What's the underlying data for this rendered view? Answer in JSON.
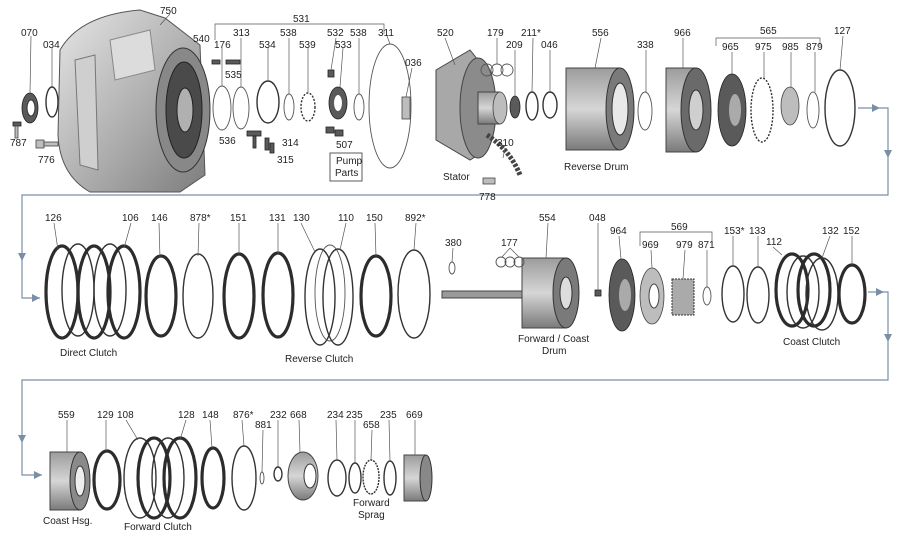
{
  "row1": {
    "callouts": [
      "070",
      "034",
      "787",
      "776",
      "750",
      "531",
      "540",
      "176",
      "313",
      "535",
      "534",
      "538",
      "539",
      "532",
      "533",
      "538",
      "536",
      "314",
      "315",
      "507",
      "311",
      "036",
      "520",
      "179",
      "209",
      "211*",
      "046",
      "310",
      "778",
      "556",
      "338",
      "966",
      "565",
      "965",
      "975",
      "985",
      "879",
      "127"
    ],
    "captions": {
      "pump_parts_1": "Pump",
      "pump_parts_2": "Parts",
      "stator": "Stator",
      "reverse_drum": "Reverse Drum"
    }
  },
  "row2": {
    "callouts": [
      "126",
      "106",
      "146",
      "878*",
      "151",
      "131",
      "130",
      "110",
      "150",
      "892*",
      "380",
      "177",
      "554",
      "048",
      "964",
      "569",
      "969",
      "979",
      "871",
      "153*",
      "133",
      "112",
      "132",
      "152"
    ],
    "captions": {
      "direct_clutch": "Direct Clutch",
      "reverse_clutch": "Reverse Clutch",
      "forward_coast_drum_1": "Forward / Coast",
      "forward_coast_drum_2": "Drum",
      "coast_clutch": "Coast Clutch"
    }
  },
  "row3": {
    "callouts": [
      "559",
      "129",
      "108",
      "128",
      "148",
      "876*",
      "881",
      "232",
      "668",
      "234",
      "235",
      "658",
      "235",
      "669"
    ],
    "captions": {
      "coast_hsg": "Coast Hsg.",
      "forward_clutch": "Forward Clutch",
      "forward_sprag_1": "Forward",
      "forward_sprag_2": "Sprag"
    }
  }
}
